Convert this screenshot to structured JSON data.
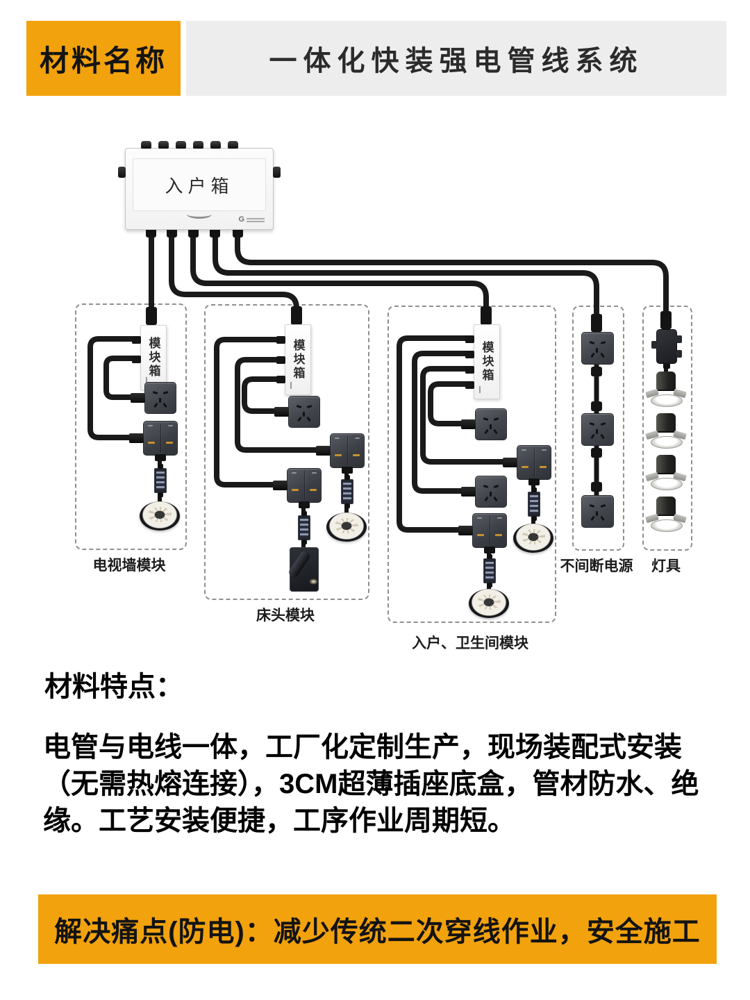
{
  "header": {
    "tag": "材料名称",
    "title": "一体化快装强电管线系统"
  },
  "diagram": {
    "entry_box_label": "入户箱",
    "module_box_label": "模块箱",
    "groups": [
      {
        "label": "电视墙模块"
      },
      {
        "label": "床头模块"
      },
      {
        "label": "入户、卫生间模块"
      },
      {
        "label": "不间断电源"
      },
      {
        "label": "灯具"
      }
    ]
  },
  "features": {
    "heading": "材料特点：",
    "lines": [
      "电管与电线一体，工厂化定制生产，现场装配式安装",
      "（无需热熔连接），3CM超薄插座底盒，管材防水、绝",
      "缘。工艺安装便捷，工序作业周期短。"
    ]
  },
  "footer": {
    "text": "解决痛点(防电)：减少传统二次穿线作业，安全施工"
  },
  "colors": {
    "accent_orange": "#F2A20D",
    "title_bg_gray": "#EDEDED",
    "cable_black": "#1A1A1A",
    "device_gray": "#45494F"
  }
}
